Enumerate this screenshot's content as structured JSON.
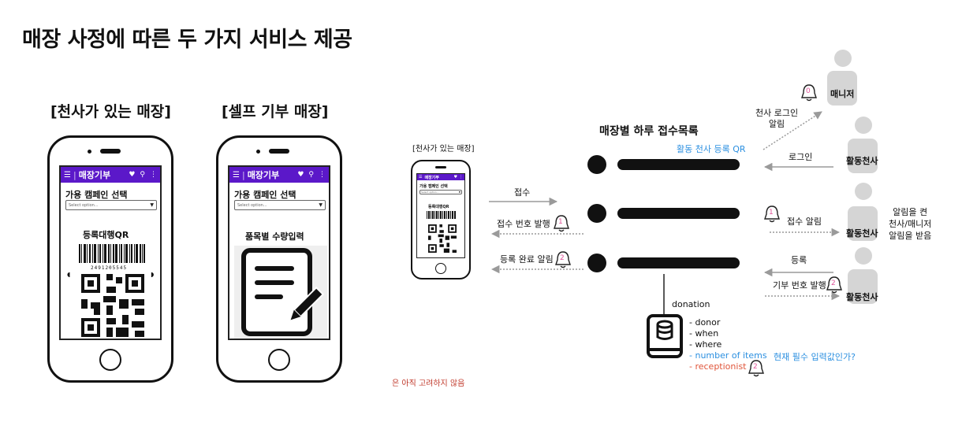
{
  "title": "매장 사정에 따른 두 가지 서비스 제공",
  "left_phone": {
    "caption": "[천사가 있는 매장]",
    "app_title": "매장기부",
    "campaign_label": "가용 캠페인 선택",
    "select_placeholder": "Select option...",
    "qr_label": "등록대행QR",
    "barcode_number": "2491205545"
  },
  "right_phone": {
    "caption": "[셀프 기부 매장]",
    "app_title": "매장기부",
    "campaign_label": "가용 캠페인 선택",
    "select_placeholder": "Select option...",
    "input_label": "품목별 수량입력"
  },
  "flow": {
    "mini_caption": "[천사가 있는 매장]",
    "mini_app_title": "매장기부",
    "mini_campaign_label": "가용 캠페인 선택",
    "mini_select": "Select option...",
    "mini_qr_label": "등록대행QR",
    "header": "매장별 하루 접수목록",
    "qr_note": "활동 천사 등록 QR",
    "arrow_receive": "접수",
    "arrow_issue": "접수 번호 발행",
    "arrow_done": "등록 완료 알림",
    "bell_issue": "1",
    "bell_done": "2",
    "db_label": "donation",
    "fields": [
      "- donor",
      "- when",
      "- where"
    ],
    "field_items": "- number of items",
    "field_items_note": "현재 필수 입력값인가?",
    "field_receptionist": "- receptionist",
    "bell_receptionist": "2",
    "footnote": "은 아직 고려하지 않음",
    "right_angel_login": "천사 로그인\n알림",
    "bell_manager": "0",
    "manager": "매니저",
    "login": "로그인",
    "angel1": "활동천사",
    "bell_receipt": "1",
    "receipt_alert": "접수 알림",
    "angel2": "활동천사",
    "alert_note": "알림을 켠\n천사/매니저\n알림을 받음",
    "register": "등록",
    "donation_no": "기부 번호 발행",
    "bell_donation_no": "2",
    "angel3": "활동천사"
  }
}
